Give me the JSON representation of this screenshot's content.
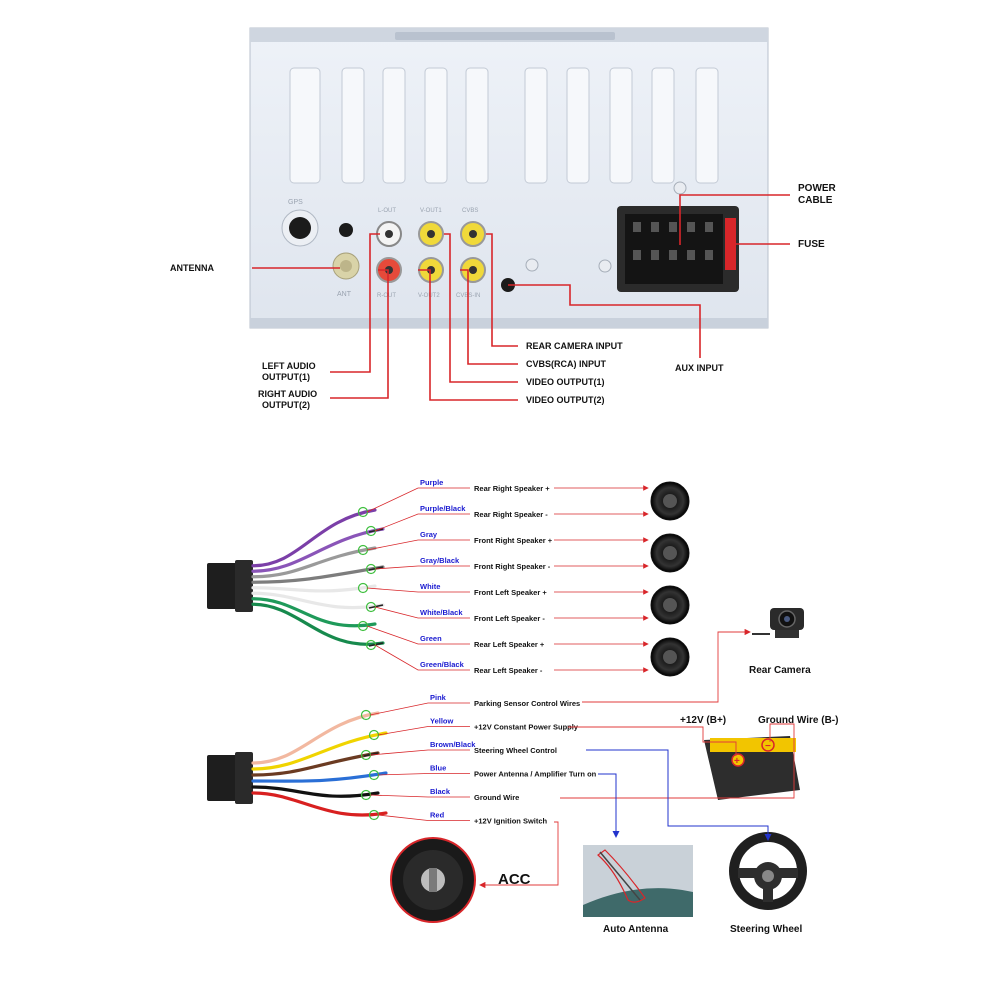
{
  "head_unit": {
    "port_labels": {
      "gps": "GPS",
      "ant": "ANT",
      "l_out": "L-OUT",
      "r_out": "R-OUT",
      "v_out1": "V-OUT1",
      "v_out2": "V-OUT2",
      "cvbs": "CVBS",
      "cvbs_in": "CVBS-IN"
    },
    "callouts": {
      "power_cable": [
        "POWER",
        "CABLE"
      ],
      "fuse": "FUSE",
      "antenna": "ANTENNA",
      "aux_input": "AUX INPUT",
      "rear_camera_input": "REAR CAMERA INPUT",
      "cvbs_input": "CVBS(RCA) INPUT",
      "video_output_1": "VIDEO OUTPUT(1)",
      "video_output_2": "VIDEO OUTPUT(2)",
      "left_audio": [
        "LEFT AUDIO",
        "OUTPUT(1)"
      ],
      "right_audio": [
        "RIGHT AUDIO",
        "OUTPUT(2)"
      ]
    }
  },
  "speaker_harness": {
    "wires": [
      {
        "color_name": "Purple",
        "description": "Rear Right Speaker +",
        "color": "#7b3fa8"
      },
      {
        "color_name": "Purple/Black",
        "description": "Rear Right Speaker -",
        "color": "#8a55b8"
      },
      {
        "color_name": "Gray",
        "description": "Front Right Speaker +",
        "color": "#9a9a9a"
      },
      {
        "color_name": "Gray/Black",
        "description": "Front Right Speaker -",
        "color": "#7d7d7d"
      },
      {
        "color_name": "White",
        "description": "Front Left Speaker +",
        "color": "#e6e6e6"
      },
      {
        "color_name": "White/Black",
        "description": "Front Left Speaker -",
        "color": "#d0d0d0"
      },
      {
        "color_name": "Green",
        "description": "Rear Left Speaker +",
        "color": "#1f9a5a"
      },
      {
        "color_name": "Green/Black",
        "description": "Rear Left Speaker -",
        "color": "#178a4d"
      }
    ]
  },
  "power_harness": {
    "wires": [
      {
        "color_name": "Pink",
        "description": "Parking Sensor Control Wires",
        "color": "#f2b8a0"
      },
      {
        "color_name": "Yellow",
        "description": "+12V Constant Power Supply",
        "color": "#f0d400"
      },
      {
        "color_name": "Brown/Black",
        "description": "Steering Wheel Control",
        "color": "#6b3b22"
      },
      {
        "color_name": "Blue",
        "description": "Power Antenna / Amplifier Turn on",
        "color": "#2a6fd6"
      },
      {
        "color_name": "Black",
        "description": "Ground Wire",
        "color": "#111111"
      },
      {
        "color_name": "Red",
        "description": "+12V Ignition Switch",
        "color": "#d82020"
      }
    ]
  },
  "devices": {
    "rear_camera": "Rear Camera",
    "battery_plus": "+12V  (B+)",
    "ground": "Ground Wire (B-)",
    "acc": "ACC",
    "auto_antenna": "Auto Antenna",
    "steering_wheel": "Steering Wheel"
  }
}
